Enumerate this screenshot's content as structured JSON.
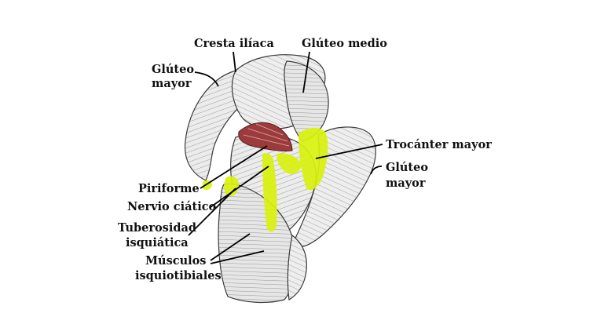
{
  "labels": {
    "cresta_iliaca": "Cresta ilíaca",
    "gluteo_medio": "Glúteo medio",
    "gluteo_mayor_left_1": "Glúteo",
    "gluteo_mayor_left_2": "mayor",
    "trocanter_mayor": "Trocánter mayor",
    "gluteo_mayor_right_1": "Glúteo",
    "gluteo_mayor_right_2": "mayor",
    "piriforme": "Piriforme",
    "nervio_ciatico": "Nervio ciático",
    "tuberosidad_1": "Tuberosidad",
    "tuberosidad_2": "isquiática",
    "musculos_1": "Músculos",
    "musculos_2": "isquiotibiales"
  },
  "colors": {
    "background": "#ffffff",
    "muscle_fill": "#ececec",
    "muscle_shade": "#b9b9b9",
    "muscle_stroke": "#3a3a3a",
    "piriformis_red": "#9c3a3c",
    "highlight_yellow": "#d9f20e",
    "leader_line": "#000000",
    "label_text": "#111111"
  }
}
